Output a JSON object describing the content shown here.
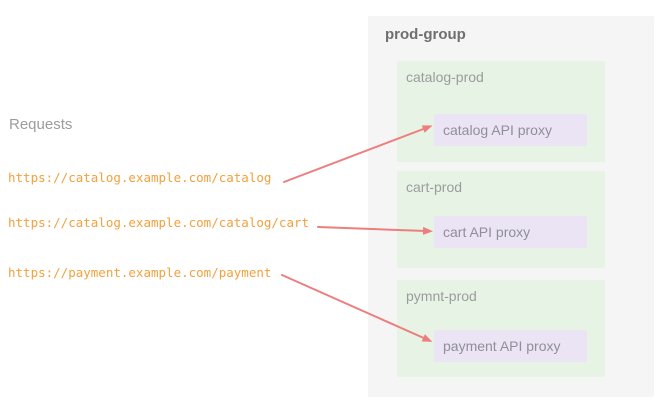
{
  "requests": {
    "title": "Requests",
    "urls": [
      {
        "text": "https://catalog.example.com/catalog"
      },
      {
        "text": "https://catalog.example.com/catalog/cart"
      },
      {
        "text": "https://payment.example.com/payment"
      }
    ]
  },
  "group": {
    "title": "prod-group",
    "environments": [
      {
        "name": "catalog-prod",
        "proxy": "catalog API proxy"
      },
      {
        "name": "cart-prod",
        "proxy": "cart API proxy"
      },
      {
        "name": "pymnt-prod",
        "proxy": "payment API proxy"
      }
    ]
  },
  "connections": [
    {
      "from": "https://catalog.example.com/catalog",
      "to": "catalog API proxy"
    },
    {
      "from": "https://catalog.example.com/catalog/cart",
      "to": "cart API proxy"
    },
    {
      "from": "https://payment.example.com/payment",
      "to": "payment API proxy"
    }
  ],
  "colors": {
    "url_text": "#f2a13d",
    "arrow": "#ee7e7e",
    "group_bg": "#f5f5f5",
    "environment_bg": "#e6f3e5",
    "proxy_bg": "#ebe4f5",
    "group_title_text": "#6f6f6f",
    "label_text": "#9c9c9c",
    "proxy_text": "#8f8f97"
  }
}
